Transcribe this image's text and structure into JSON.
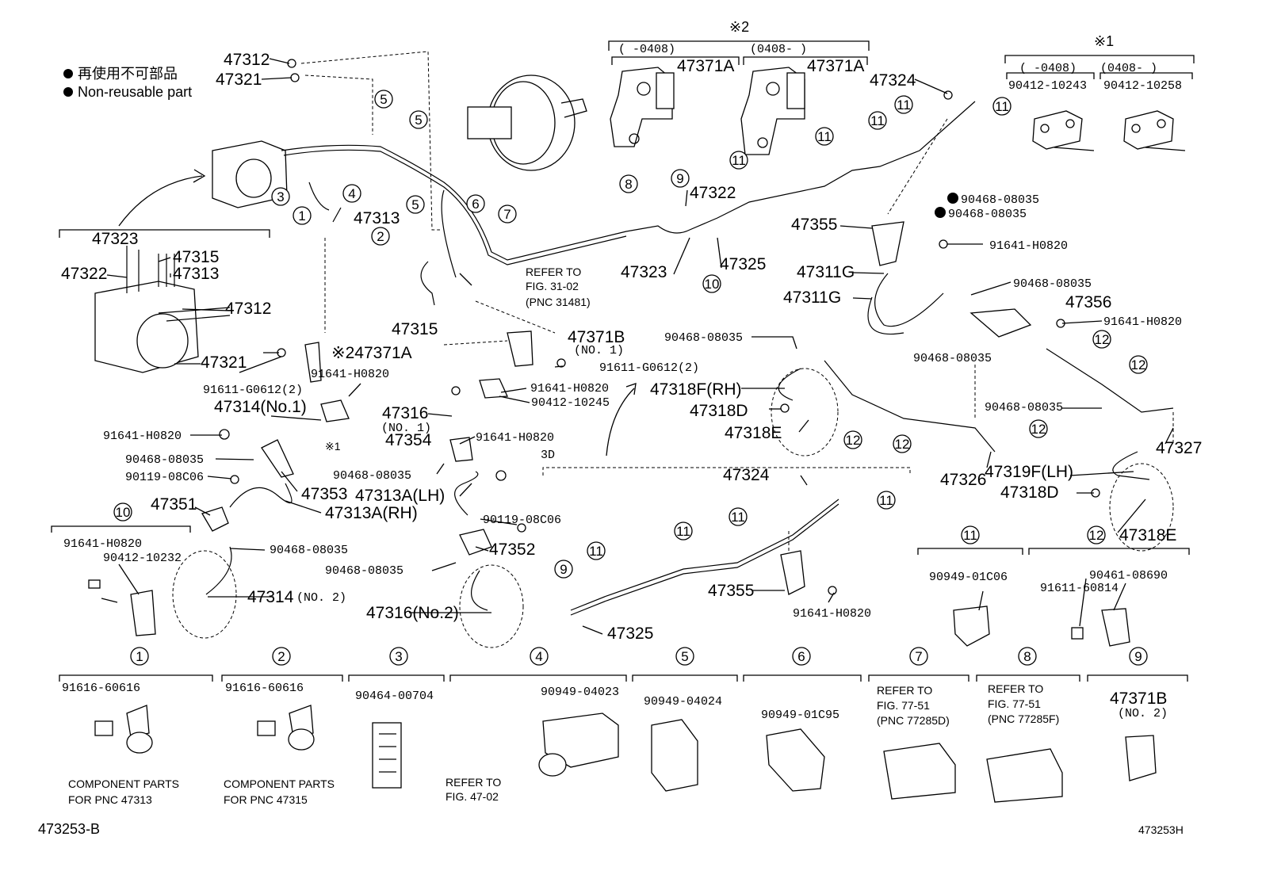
{
  "legend": {
    "jp": "再使用不可部品",
    "en": "Non-reusable part"
  },
  "group_headers": {
    "g2": "※2",
    "g2_left": "(  -0408)",
    "g2_right": "(0408-   )",
    "g1": "※1",
    "g1_left": "(  -0408)",
    "g1_right": "(0408-   )",
    "threeD": "3D",
    "x1": "※1"
  },
  "labels": {
    "p47312a": "47312",
    "p47321a": "47321",
    "p47371A_l": "47371A",
    "p47371A_r": "47371A",
    "p90412_10243": "90412-10243",
    "p90412_10258": "90412-10258",
    "p47324a": "47324",
    "p47323": "47323",
    "p47322": "47322",
    "p47315a": "47315",
    "p47313a": "47313",
    "p47312b": "47312",
    "p47321b": "47321",
    "p47313": "47313",
    "refer_fig31": "REFER TO",
    "refer_fig31_b": "FIG. 31-02",
    "refer_fig31_c": "(PNC 31481)",
    "p47322b": "47322",
    "p47323b": "47323",
    "p47325a": "47325",
    "p90468_a": "90468-08035",
    "p90468_b": "90468-08035",
    "p47355a": "47355",
    "p91641_a": "91641-H0820",
    "p47311G_a": "47311G",
    "p47311G_b": "47311G",
    "p90468_c": "90468-08035",
    "p47356": "47356",
    "p91641_b": "91641-H0820",
    "p90468_d": "90468-08035",
    "p47315b": "47315",
    "p47371A_x2": "※247371A",
    "p91641_c": "91641-H0820",
    "p91611_a": "91611-G0612(2)",
    "p47314_1": "47314(No.1)",
    "p47371B": "47371B",
    "p47371B_no": "(NO. 1)",
    "p91611_b": "91611-G0612(2)",
    "p91641_d": "91641-H0820",
    "p90412_10245": "90412-10245",
    "p90468_e": "90468-08035",
    "p47318FRH": "47318F(RH)",
    "p47318D_a": "47318D",
    "p47318E_a": "47318E",
    "p91641_e": "91641-H0820",
    "p47316_1": "47316",
    "p47316_1no": "(NO. 1)",
    "p47354": "47354",
    "p91641_f": "91641-H0820",
    "p90468_f": "90468-08035",
    "p90119_a": "90119-08C06",
    "p47353": "47353",
    "p47313ARH": "47313A(RH)",
    "p47313ALH": "47313A(LH)",
    "p90468_g": "90468-08035",
    "p90468_h": "90468-08035",
    "p90119_b": "90119-08C06",
    "p47351": "47351",
    "p47352": "47352",
    "p90468_i": "90468-08035",
    "p47314_2": "47314",
    "p47314_2no": "(NO. 2)",
    "p47316_2": "47316(No.2)",
    "p47324b": "47324",
    "p47355b": "47355",
    "p91641_g": "91641-H0820",
    "p47325b": "47325",
    "p47326": "47326",
    "p47319FLH": "47319F(LH)",
    "p47318D_b": "47318D",
    "p47318E_b": "47318E",
    "p47327": "47327",
    "p91641_h": "91641-H0820",
    "p90412_10232": "90412-10232",
    "p90949_01C06": "90949-01C06",
    "p90461_08690": "90461-08690",
    "p91611_60814": "91611-60814"
  },
  "bottom_items": [
    {
      "num": "1",
      "part": "91616-60616",
      "note1": "COMPONENT PARTS",
      "note2": "FOR PNC 47313"
    },
    {
      "num": "2",
      "part": "91616-60616",
      "note1": "COMPONENT PARTS",
      "note2": "FOR PNC 47315"
    },
    {
      "num": "3",
      "part": "90464-00704"
    },
    {
      "num": "4",
      "part": "90949-04023",
      "note1": "REFER TO",
      "note2": "FIG. 47-02"
    },
    {
      "num": "5",
      "part": "90949-04024"
    },
    {
      "num": "6",
      "part": "90949-01C95"
    },
    {
      "num": "7",
      "note1": "REFER TO",
      "note2": "FIG. 77-51",
      "note3": "(PNC 77285D)"
    },
    {
      "num": "8",
      "note1": "REFER TO",
      "note2": "FIG. 77-51",
      "note3": "(PNC 77285F)"
    },
    {
      "num": "9",
      "part": "47371B",
      "part_no": "(NO. 2)"
    }
  ],
  "footer": {
    "left": "473253-B",
    "right": "473253H"
  }
}
